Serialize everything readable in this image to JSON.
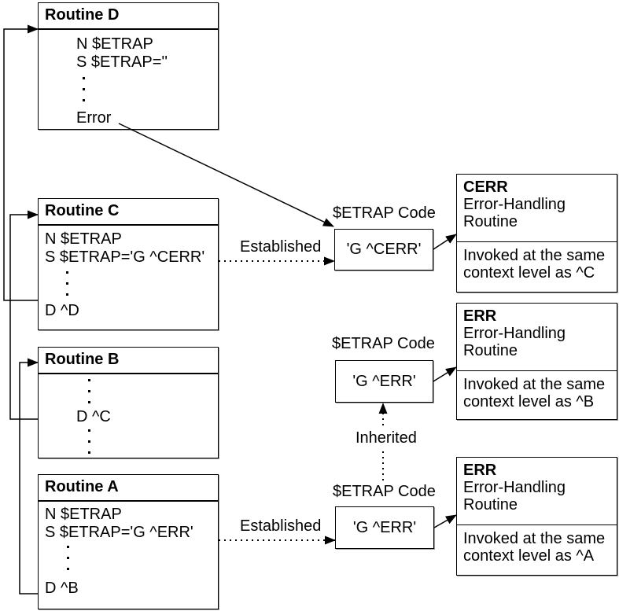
{
  "routines": {
    "d": {
      "title": "Routine D",
      "code_lines": [
        "N $ETRAP",
        "S $ETRAP=''"
      ],
      "last_line": "Error"
    },
    "c": {
      "title": "Routine C",
      "code_lines": [
        "N $ETRAP",
        "S $ETRAP='G ^CERR'"
      ],
      "last_line": "D ^D"
    },
    "b": {
      "title": "Routine B",
      "middle_line": "D ^C"
    },
    "a": {
      "title": "Routine A",
      "code_lines": [
        "N $ETRAP",
        "S $ETRAP='G ^ERR'"
      ],
      "last_line": "D ^B"
    }
  },
  "etrap_code_boxes": [
    {
      "label": "$ETRAP Code",
      "code": "'G ^CERR'"
    },
    {
      "label": "$ETRAP Code",
      "code": "'G ^ERR'"
    },
    {
      "label": "$ETRAP Code",
      "code": "'G ^ERR'"
    }
  ],
  "arrow_labels": {
    "established_c": "Established",
    "inherited": "Inherited",
    "established_a": "Established"
  },
  "handlers": [
    {
      "name": "CERR",
      "role": [
        "Error-Handling",
        "Routine"
      ],
      "description": [
        "Invoked at the same",
        "context level as ^C"
      ]
    },
    {
      "name": "ERR",
      "role": [
        "Error-Handling",
        "Routine"
      ],
      "description": [
        "Invoked at the same",
        "context level as ^B"
      ]
    },
    {
      "name": "ERR",
      "role": [
        "Error-Handling",
        "Routine"
      ],
      "description": [
        "Invoked at the same",
        "context level as ^A"
      ]
    }
  ],
  "colors": {
    "line": "#000000",
    "background": "#ffffff",
    "shadow": "#9a9a9a"
  }
}
